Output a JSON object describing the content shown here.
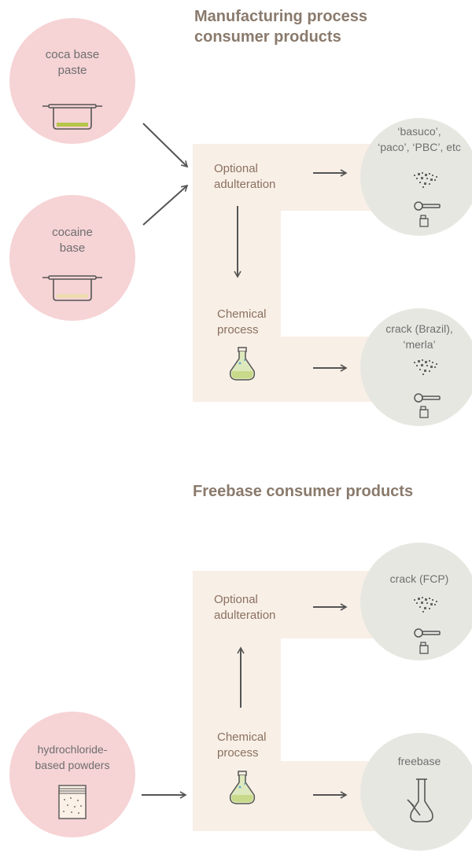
{
  "section1": {
    "title_line1": "Manufacturing process",
    "title_line2": "consumer products",
    "inputs": [
      {
        "label_line1": "coca base",
        "label_line2": "paste",
        "icon": "pot-icon"
      },
      {
        "label_line1": "cocaine",
        "label_line2": "base",
        "icon": "pot-icon"
      }
    ],
    "steps": {
      "adulteration_line1": "Optional",
      "adulteration_line2": "adulteration",
      "chemical_line1": "Chemical",
      "chemical_line2": "process"
    },
    "outputs": [
      {
        "label_line1": "‘basuco’,",
        "label_line2": "‘paco’, ‘PBC’, etc",
        "icons": [
          "powder-icon",
          "pipe-icon",
          "lighter-icon"
        ]
      },
      {
        "label_line1": "crack (Brazil),",
        "label_line2": "‘merla’",
        "icons": [
          "powder-icon",
          "pipe-icon",
          "lighter-icon"
        ]
      }
    ]
  },
  "section2": {
    "title": "Freebase consumer products",
    "input": {
      "label_line1": "hydrochloride-",
      "label_line2": "based powders",
      "icon": "powder-bag-icon"
    },
    "steps": {
      "adulteration_line1": "Optional",
      "adulteration_line2": "adulteration",
      "chemical_line1": "Chemical",
      "chemical_line2": "process"
    },
    "outputs": [
      {
        "label": "crack (FCP)",
        "icons": [
          "powder-icon",
          "pipe-icon",
          "lighter-icon"
        ]
      },
      {
        "label": "freebase",
        "icons": [
          "bong-icon"
        ]
      }
    ]
  },
  "colors": {
    "input_circle": "#f6d3d5",
    "output_circle": "#e7e7e2",
    "process_box": "#f8efe6",
    "heading": "#8a7a6c",
    "arrow": "#555555",
    "liquid": "#c8d98a"
  }
}
